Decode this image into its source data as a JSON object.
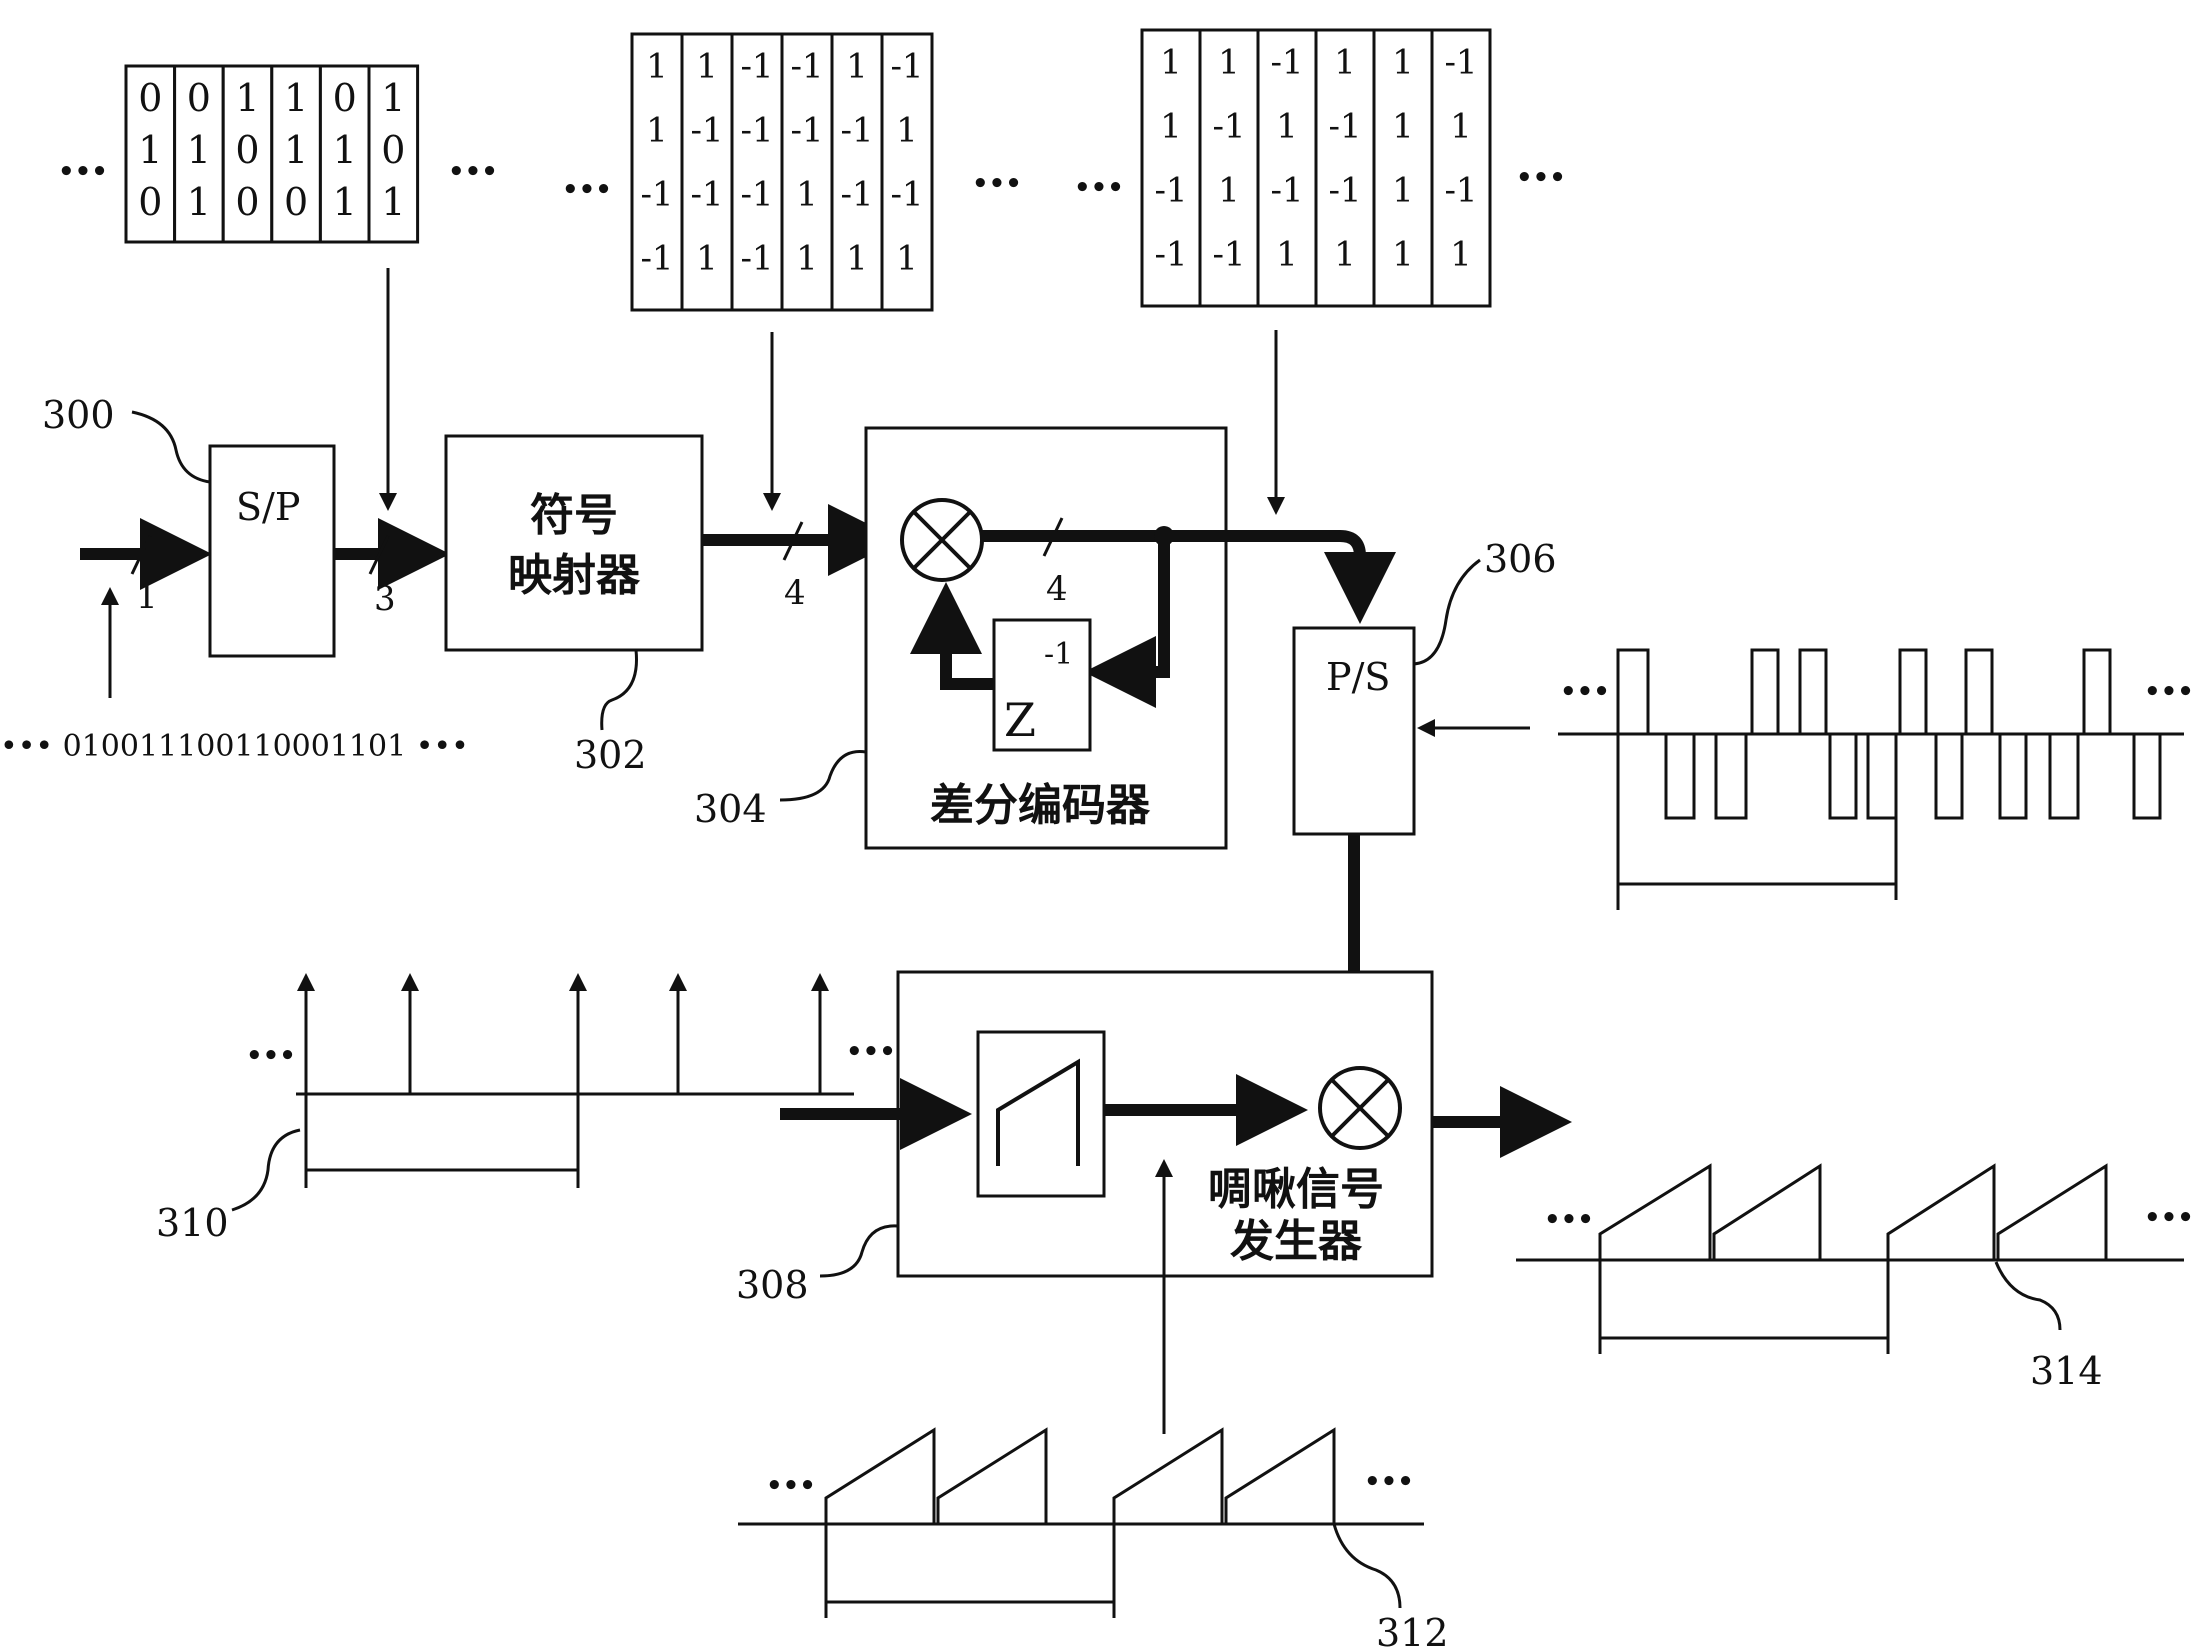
{
  "ellipsis": "•••",
  "input_bits": "0100111001100011 01",
  "input_line": "••• 010011100110001101 •••",
  "bit_matrix": [
    [
      "0",
      "0",
      "1",
      "1",
      "0",
      "1"
    ],
    [
      "1",
      "1",
      "0",
      "1",
      "1",
      "0"
    ],
    [
      "0",
      "1",
      "0",
      "0",
      "1",
      "1"
    ]
  ],
  "symbol_matrix_1": [
    [
      "1",
      "1",
      "-1",
      "-1",
      "1",
      "-1"
    ],
    [
      "1",
      "-1",
      "-1",
      "-1",
      "-1",
      "1"
    ],
    [
      "-1",
      "-1",
      "-1",
      "1",
      "-1",
      "-1"
    ],
    [
      "-1",
      "1",
      "-1",
      "1",
      "1",
      "1"
    ]
  ],
  "symbol_matrix_2": [
    [
      "1",
      "1",
      "-1",
      "1",
      "1",
      "-1"
    ],
    [
      "1",
      "-1",
      "1",
      "-1",
      "1",
      "1"
    ],
    [
      "-1",
      "1",
      "-1",
      "-1",
      "1",
      "-1"
    ],
    [
      "-1",
      "-1",
      "1",
      "1",
      "1",
      "1"
    ]
  ],
  "blocks": {
    "sp": {
      "label": "S/P",
      "ref": "300"
    },
    "mapper": {
      "label_line1": "符号",
      "label_line2": "映射器",
      "ref": "302"
    },
    "diff_encoder": {
      "label": "差分编码器",
      "ref": "304",
      "delay_z": "Z",
      "delay_exp": "-1"
    },
    "ps": {
      "label": "P/S",
      "ref": "306"
    },
    "chirp": {
      "label_line1": "啁啾信号",
      "label_line2": "发生器",
      "ref": "308"
    }
  },
  "bus_widths": {
    "input": "1",
    "sp_out": "3",
    "mapper_out": "4",
    "diff_out": "4"
  },
  "waveform_refs": {
    "impulses": "310",
    "chirp_in": "312",
    "chirp_out": "314"
  }
}
